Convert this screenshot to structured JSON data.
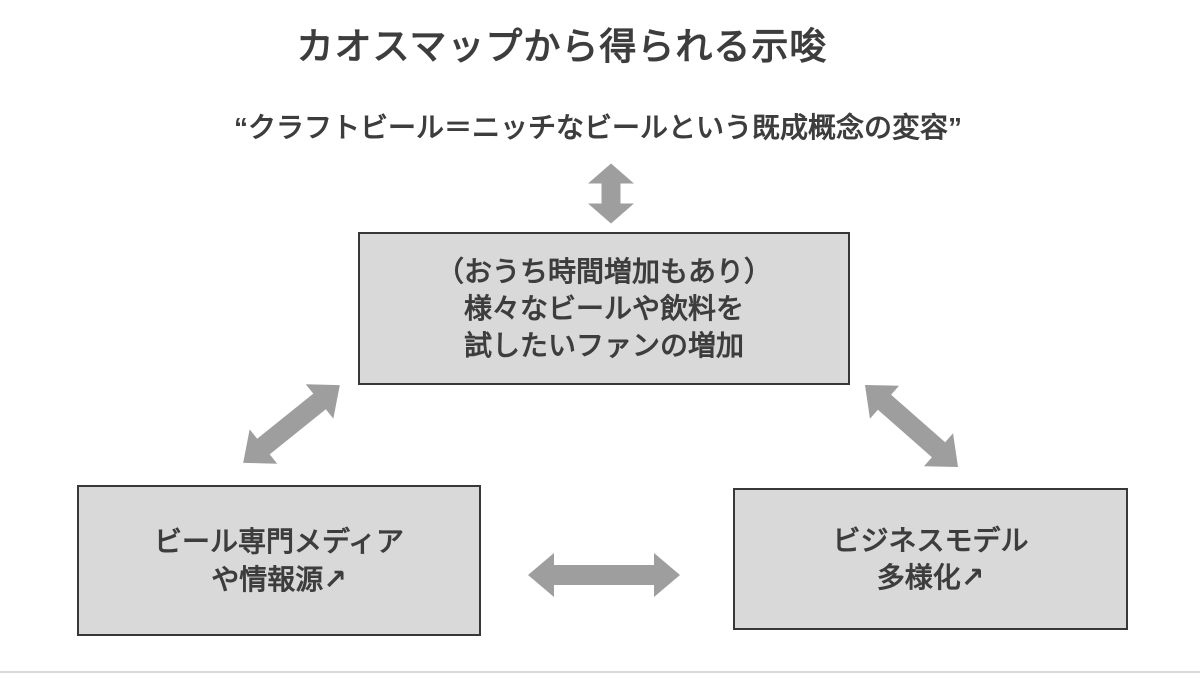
{
  "title": "カオスマップから得られる示唆",
  "subtitle": "“クラフトビール＝ニッチなビールという既成概念の変容”",
  "nodes": {
    "center": {
      "lines": [
        "（おうち時間増加もあり）",
        "様々なビールや飲料を",
        "試したいファンの増加"
      ]
    },
    "left": {
      "lines": [
        "ビール専門メディア",
        "や情報源↗"
      ]
    },
    "right": {
      "lines": [
        "ビジネスモデル",
        "多様化↗"
      ]
    }
  },
  "icons": {
    "top_arrow": "double-arrow-vertical",
    "left_arrow": "double-arrow-diagonal",
    "right_arrow": "double-arrow-diagonal",
    "middle_arrow": "double-arrow-horizontal",
    "trend_glyph": "↗"
  },
  "colors": {
    "background": "#ffffff",
    "text": "#3d3d3d",
    "box_fill": "#d9d9d9",
    "box_border": "#383838",
    "arrow": "#9e9e9e",
    "divider": "#d9d9d9"
  }
}
